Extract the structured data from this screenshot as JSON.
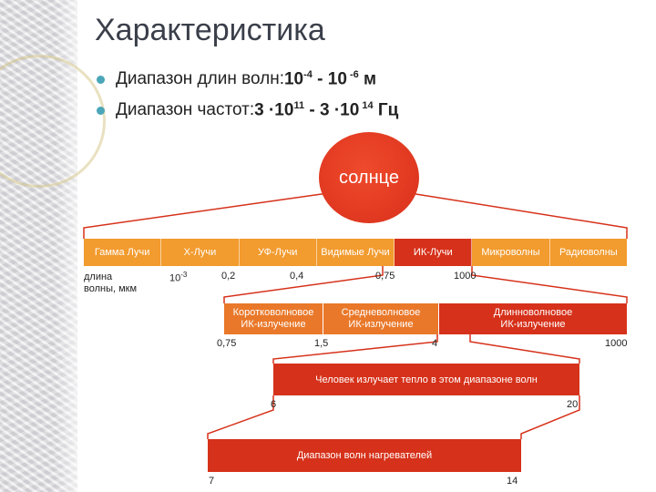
{
  "title": "Характеристика",
  "bullets": {
    "wavelength": {
      "label": "Диапазон длин волн: ",
      "a": "10",
      "a_exp": "-4",
      "sep": " - ",
      "b": "10",
      "b_exp": " -6",
      "unit": " м"
    },
    "frequency": {
      "label": "Диапазон частот: ",
      "a": "3 ·10",
      "a_exp": "11",
      "sep": " - ",
      "b": "3 ·10",
      "b_exp": " 14",
      "unit": " Гц"
    }
  },
  "sun": "солнце",
  "spectrum": [
    "Гамма Лучи",
    "Х-Лучи",
    "УФ-Лучи",
    "Видимые Лучи",
    "ИК-Лучи",
    "Микроволны",
    "Радиоволны"
  ],
  "axis_label": [
    "длина",
    "волны, мкм"
  ],
  "ticks_main": {
    "t1": "10",
    "t1_exp": "-3",
    "t2": "0,2",
    "t3": "0,4",
    "t4": "0,75",
    "t5": "1000"
  },
  "ir_bands": [
    [
      "Коротковолновое",
      "ИК-излучение"
    ],
    [
      "Средневолновое",
      "ИК-излучение"
    ],
    [
      "Длинноволновое",
      "ИК-излучение"
    ]
  ],
  "ticks_ir": [
    "0,75",
    "1,5",
    "4",
    "1000"
  ],
  "human": {
    "text": "Человек излучает тепло в этом диапазоне волн",
    "from": "6",
    "to": "20"
  },
  "heaters": {
    "text": "Диапазон волн нагревателей",
    "from": "7",
    "to": "14"
  },
  "colors": {
    "red": "#d6311a",
    "orange": "#f29b2e",
    "ir_orange": "#e9782a",
    "bullet": "#4aa6b8"
  }
}
